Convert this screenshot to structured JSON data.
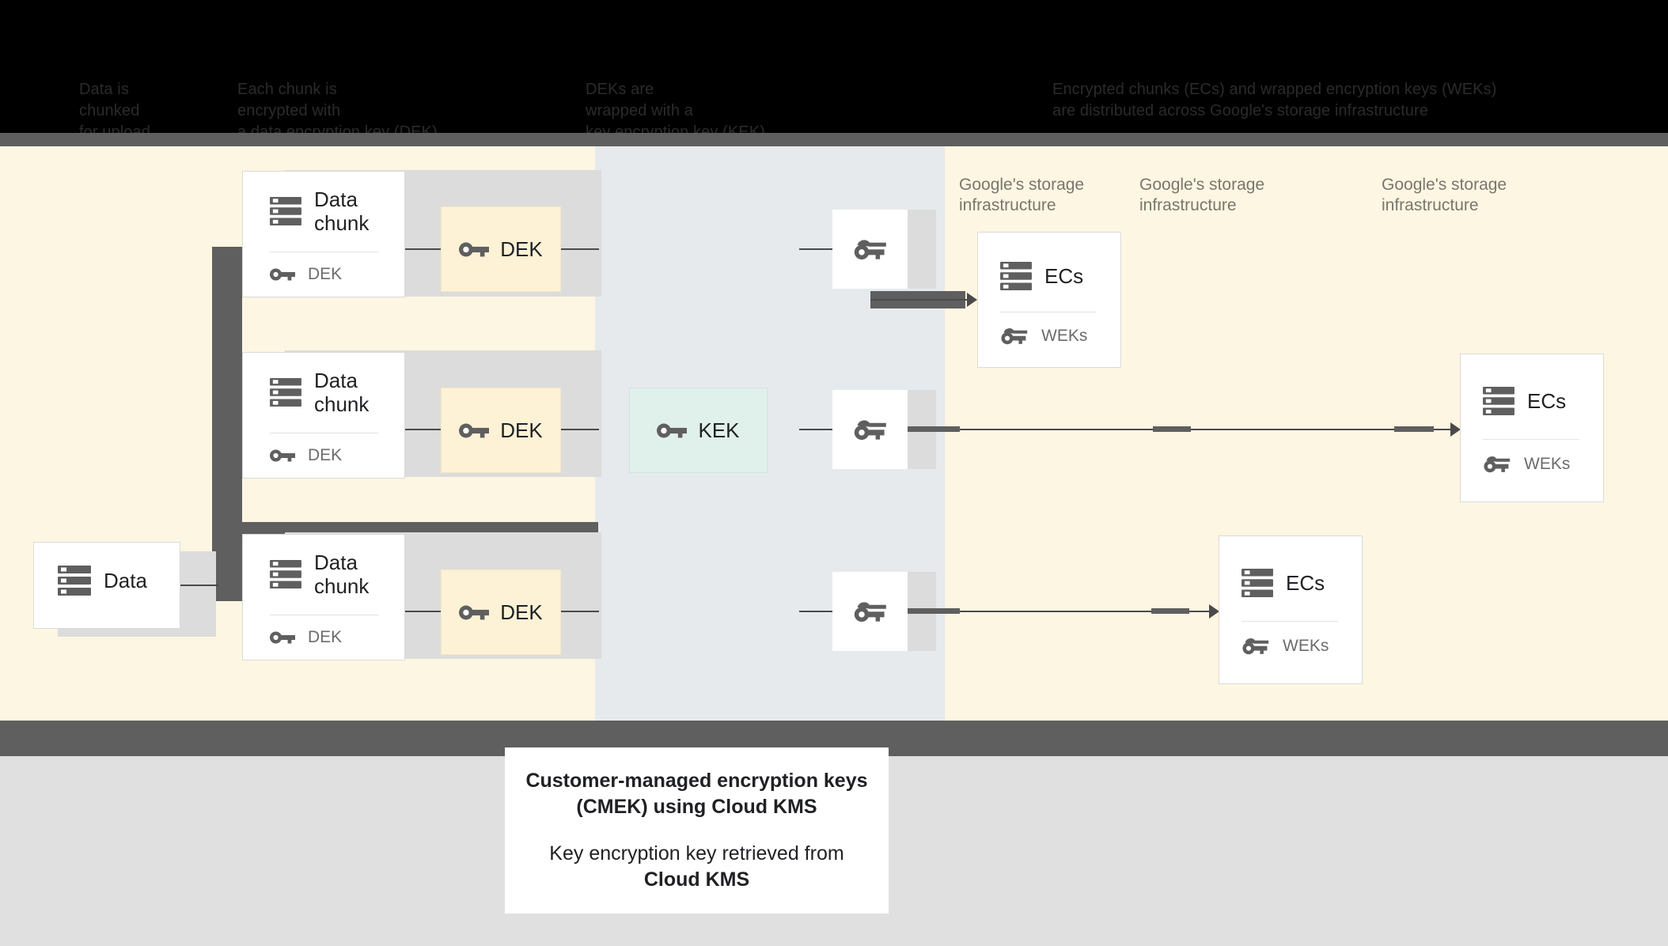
{
  "header": {
    "columns": [
      {
        "text": "Data is\nchunked\nfor upload"
      },
      {
        "text": "Each chunk is\nencrypted with\na data encryption key (DEK)"
      },
      {
        "text": "DEKs are\nwrapped with a\nkey encryption key (KEK)"
      },
      {
        "text": "Encrypted chunks (ECs) and wrapped encryption keys (WEKs)\nare distributed across Google's storage infrastructure"
      }
    ]
  },
  "diagram": {
    "source": {
      "title": "Data",
      "icon": "storage-icon"
    },
    "chunks": [
      {
        "title": "Data chunk",
        "sub": "DEK",
        "icon": "storage-icon",
        "sub_icon": "key-icon"
      },
      {
        "title": "Data chunk",
        "sub": "DEK",
        "icon": "storage-icon",
        "sub_icon": "key-icon"
      },
      {
        "title": "Data chunk",
        "sub": "DEK",
        "icon": "storage-icon",
        "sub_icon": "key-icon"
      }
    ],
    "deks": [
      {
        "label": "DEK",
        "icon": "key-icon"
      },
      {
        "label": "DEK",
        "icon": "key-icon"
      },
      {
        "label": "DEK",
        "icon": "key-icon"
      }
    ],
    "kek": {
      "label": "KEK",
      "icon": "key-icon"
    },
    "weks": [
      {
        "icon": "wrapped-key-icon"
      },
      {
        "icon": "wrapped-key-icon"
      },
      {
        "icon": "wrapped-key-icon"
      }
    ],
    "storage_labels": [
      {
        "text": "Google's storage\ninfrastructure"
      },
      {
        "text": "Google's storage\ninfrastructure"
      },
      {
        "text": "Google's storage\ninfrastructure"
      }
    ],
    "ecs_cards": [
      {
        "title": "ECs",
        "sub": "WEKs",
        "icon": "storage-icon",
        "sub_icon": "wrapped-key-icon"
      },
      {
        "title": "ECs",
        "sub": "WEKs",
        "icon": "storage-icon",
        "sub_icon": "wrapped-key-icon"
      },
      {
        "title": "ECs",
        "sub": "WEKs",
        "icon": "storage-icon",
        "sub_icon": "wrapped-key-icon"
      }
    ]
  },
  "caption": {
    "title": "Customer-managed encryption keys\n(CMEK) using Cloud KMS",
    "body_line1": "Key encryption key retrieved from",
    "body_line2": "Cloud KMS"
  },
  "colors": {
    "cream": "#fdf6e2",
    "blue_gray": "#e6eaec",
    "dek_yellow": "#fdf2d6",
    "kek_green": "#e0f0ea",
    "dark_gray": "#5f5f5f",
    "footer_gray": "#e0e0e0",
    "icon_gray": "#5f5f5f"
  }
}
